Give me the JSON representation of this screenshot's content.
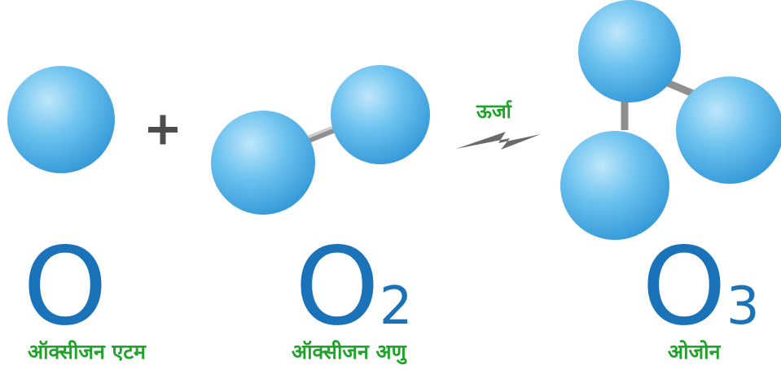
{
  "diagram": {
    "operator": "+",
    "energy_label": "ऊर्जा",
    "accent_colors": {
      "atom": "#56b6ea",
      "formula": "#1a73b8",
      "label": "#1fa32a",
      "bond": "#9a9a9a",
      "plus": "#4d4d4d"
    }
  },
  "species": [
    {
      "element": "O",
      "subscript": "",
      "label": "ऑक्सीजन  एटम"
    },
    {
      "element": "O",
      "subscript": "2",
      "label": "ऑक्सीजन  अणु"
    },
    {
      "element": "O",
      "subscript": "3",
      "label": "ओजोन"
    }
  ]
}
